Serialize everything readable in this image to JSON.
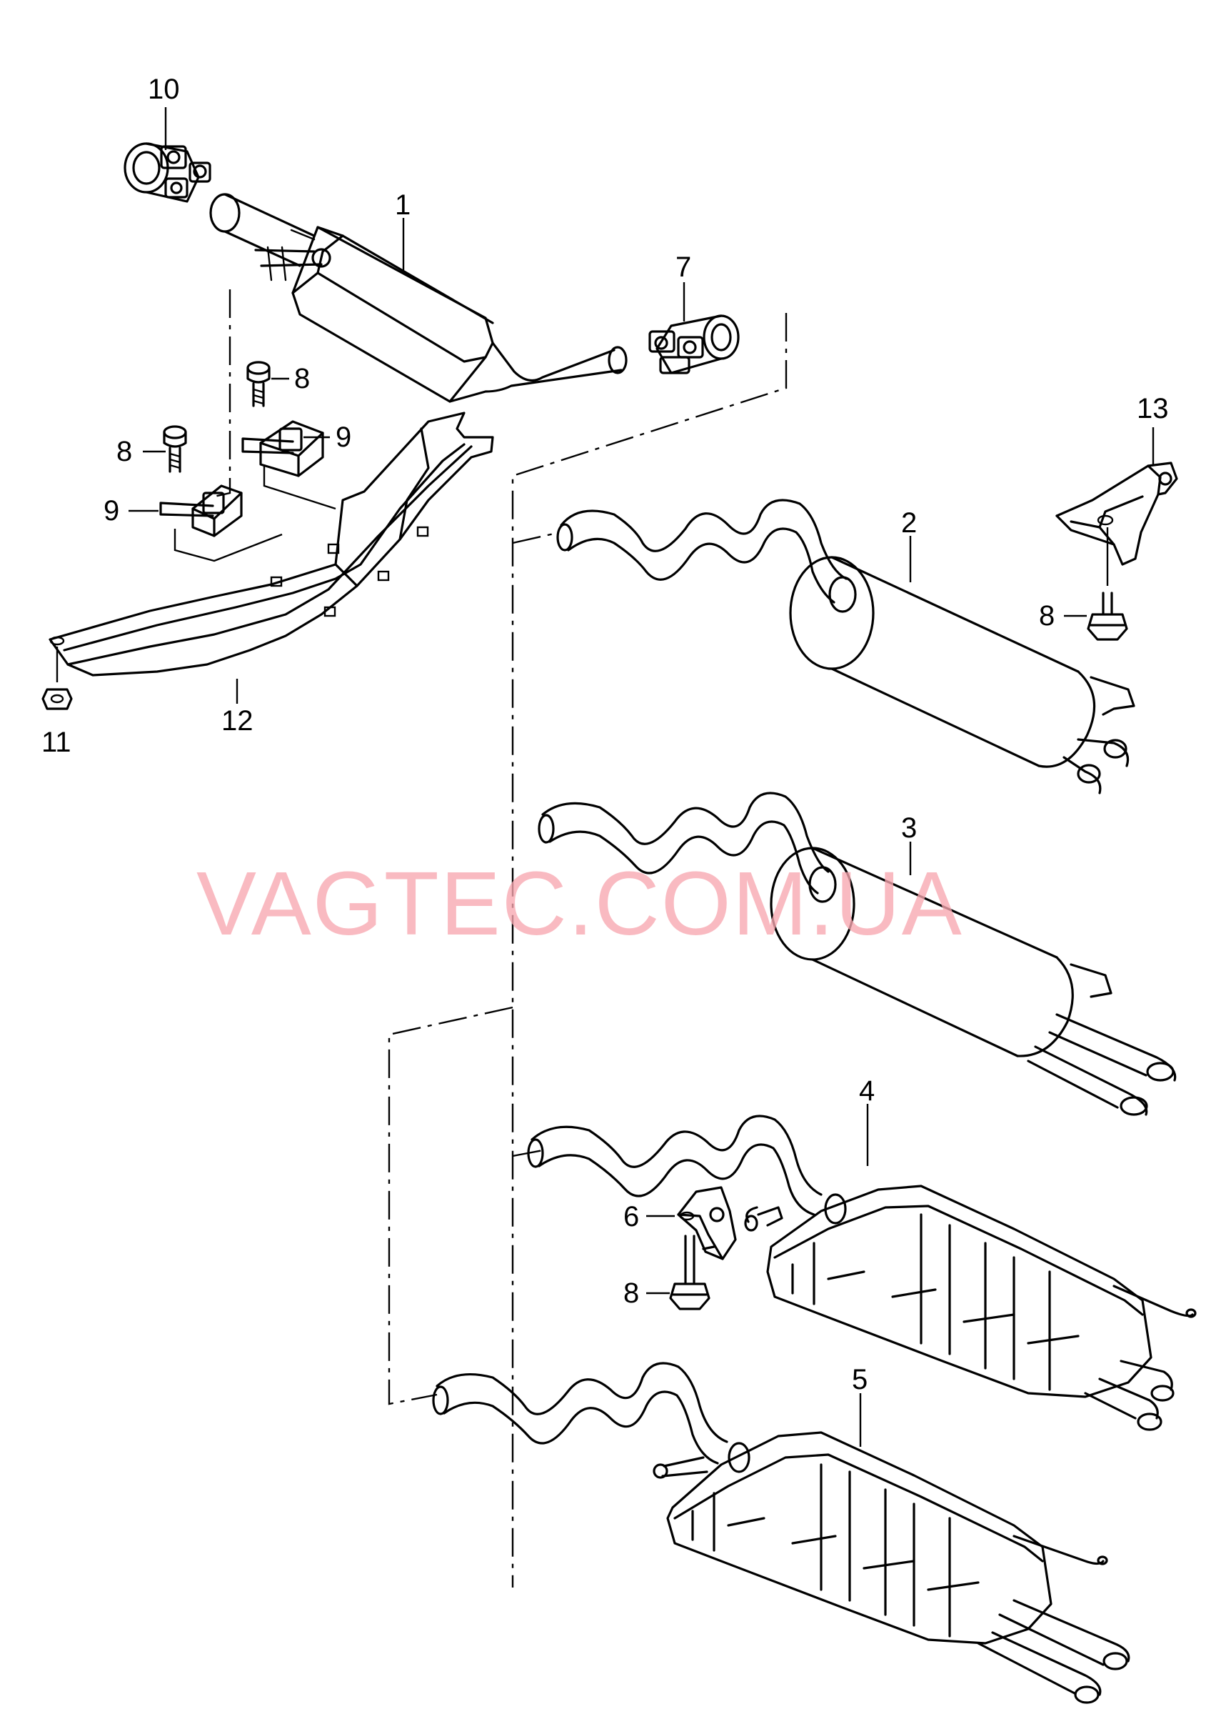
{
  "callouts": {
    "c1": "1",
    "c2": "2",
    "c3": "3",
    "c4": "4",
    "c5": "5",
    "c6": "6",
    "c7": "7",
    "c8": "8",
    "c9": "9",
    "c10": "10",
    "c11": "11",
    "c12": "12",
    "c13": "13"
  },
  "watermark": "VAGTEC.COM.UA",
  "colors": {
    "line": "#000000",
    "watermark": "#f7a7b0",
    "background": "#ffffff"
  }
}
